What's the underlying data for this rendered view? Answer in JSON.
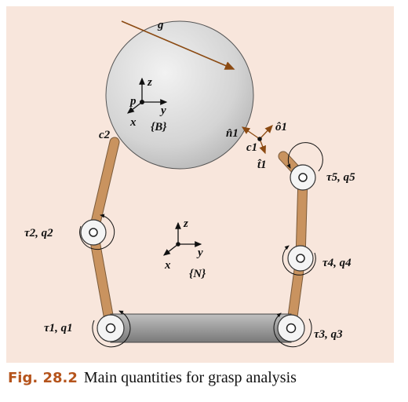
{
  "caption": {
    "label": "Fig. 28.2",
    "text": "Main quantities for grasp analysis"
  },
  "diagram": {
    "gravity_label": "g",
    "object_frame": {
      "origin": "p",
      "z": "z",
      "y": "y",
      "x": "x",
      "name": "{B}"
    },
    "world_frame": {
      "z": "z",
      "y": "y",
      "x": "x",
      "name": "{N}"
    },
    "contacts": {
      "c1": "c1",
      "c2": "c2",
      "normal": "n̂1",
      "tangent_o": "ô1",
      "tangent_t": "t̂1"
    },
    "joints": [
      {
        "id": "j1",
        "label": "τ1, q1"
      },
      {
        "id": "j2",
        "label": "τ2, q2"
      },
      {
        "id": "j3",
        "label": "τ3, q3"
      },
      {
        "id": "j4",
        "label": "τ4, q4"
      },
      {
        "id": "j5",
        "label": "τ5, q5"
      }
    ],
    "colors": {
      "background": "#f8e6dc",
      "link": "#c9935f",
      "gravity": "#8b4a12",
      "sphere": "#cfcfcf",
      "palm": "#9a9a9a",
      "accent": "#b5541c"
    }
  }
}
